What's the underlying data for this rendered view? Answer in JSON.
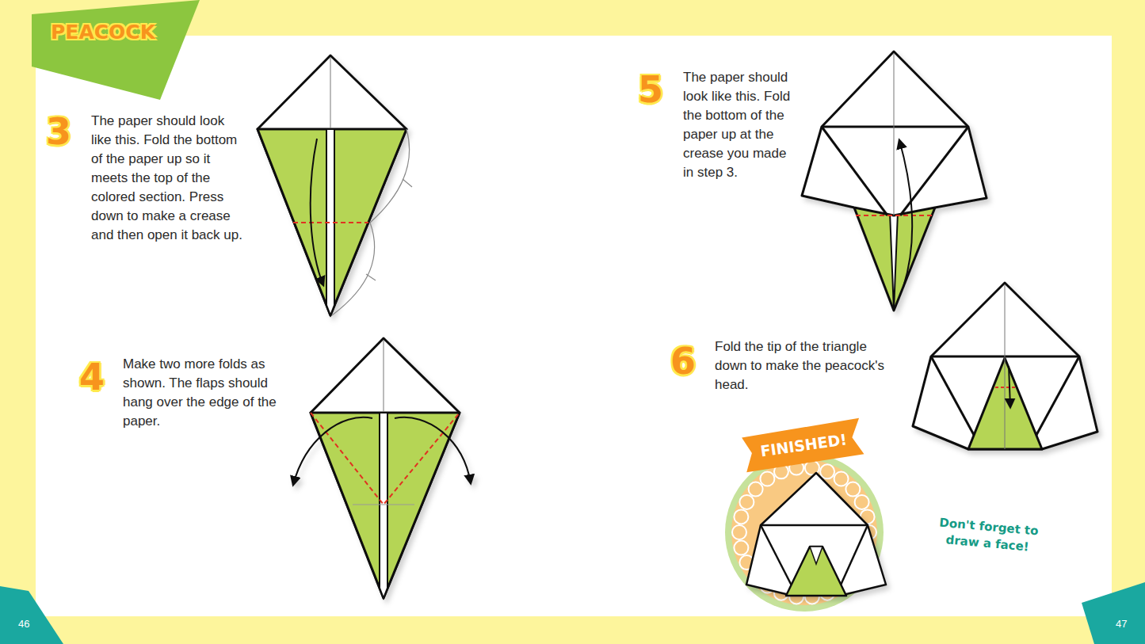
{
  "diagram": {
    "title": "PEACOCK",
    "nodes": [
      {
        "text": [
          "FINISHED!"
        ]
      },
      {
        "text": [
          "46"
        ]
      },
      {
        "text": [
          "47"
        ]
      }
    ],
    "labels": [
      "3",
      "The paper should look like this. Fold the bottom of the paper up so it meets the top of the colored section. Press down to make a crease and then open it back up.",
      "4",
      "Make two more folds as shown. The flaps should hang over the edge of the paper.",
      "5",
      "The paper should look like this. Fold the bottom of the paper up at the crease you made in step 3.",
      "6",
      "Fold the tip of the triangle down to make the peacock's head.",
      "Don't forget to draw a face!"
    ]
  }
}
